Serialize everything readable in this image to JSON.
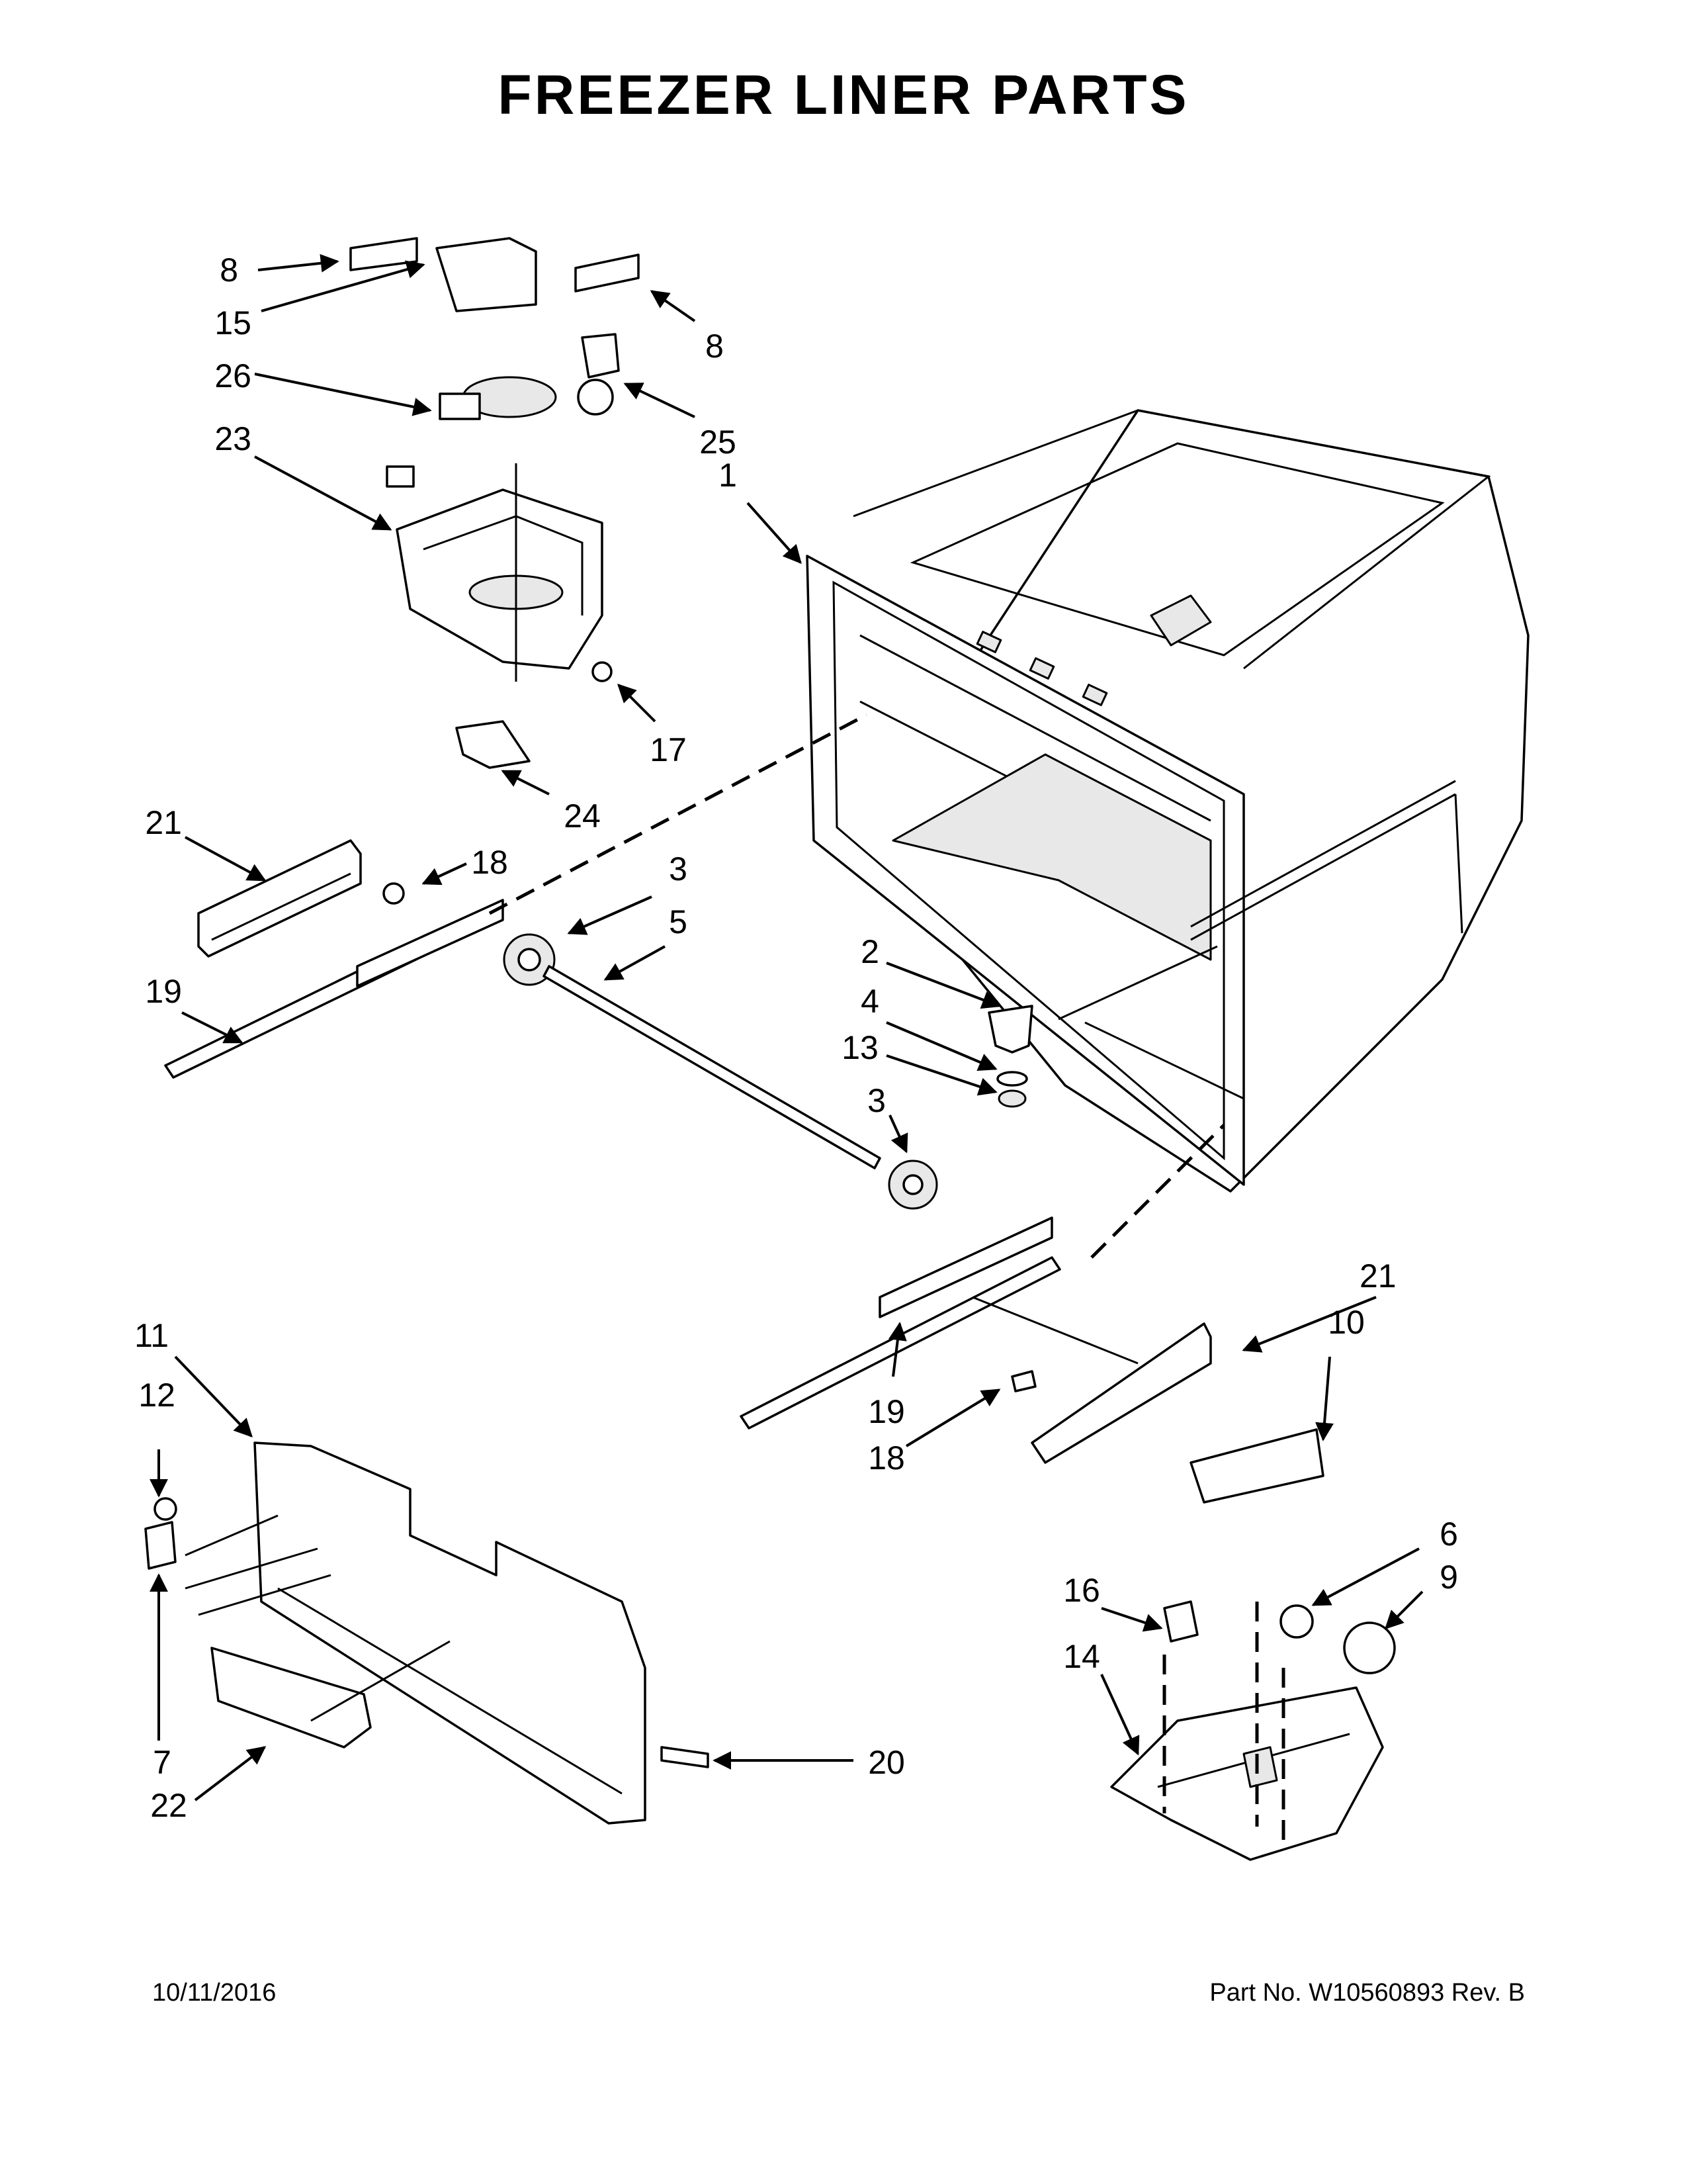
{
  "title": "FREEZER LINER PARTS",
  "footer": {
    "date": "10/11/2016",
    "part_number": "Part No.  W10560893  Rev.  B"
  },
  "callouts": {
    "c1": "1",
    "c2": "2",
    "c3a": "3",
    "c3b": "3",
    "c4": "4",
    "c5": "5",
    "c6": "6",
    "c7": "7",
    "c8a": "8",
    "c8b": "8",
    "c9": "9",
    "c10": "10",
    "c11": "11",
    "c12": "12",
    "c13": "13",
    "c14": "14",
    "c15": "15",
    "c16": "16",
    "c17": "17",
    "c18a": "18",
    "c18b": "18",
    "c19a": "19",
    "c19b": "19",
    "c20": "20",
    "c21a": "21",
    "c21b": "21",
    "c22": "22",
    "c23": "23",
    "c24": "24",
    "c25": "25",
    "c26": "26"
  }
}
